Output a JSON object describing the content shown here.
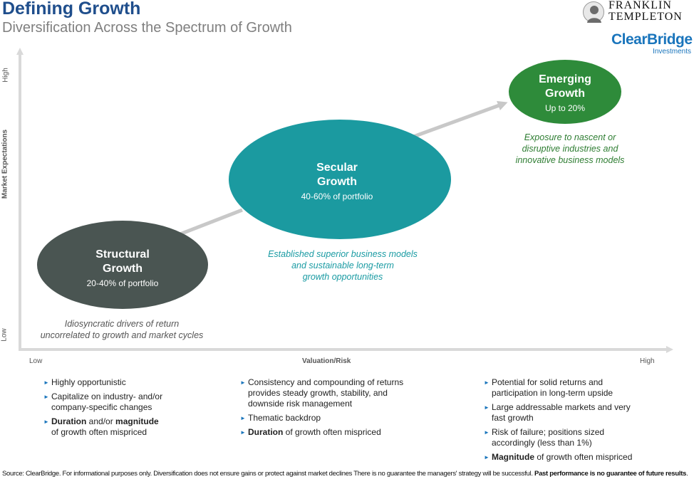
{
  "header": {
    "title": "Defining Growth",
    "subtitle": "Diversification Across the Spectrum of Growth"
  },
  "logos": {
    "franklin_line1": "FRANKLIN",
    "franklin_line2": "TEMPLETON",
    "clearbridge_name": "ClearBridge",
    "clearbridge_sub": "Investments"
  },
  "axes": {
    "y_title": "Market Expectations",
    "y_high": "High",
    "y_low": "Low",
    "x_title": "Valuation/Risk",
    "x_low": "Low",
    "x_high": "High"
  },
  "bubbles": {
    "structural": {
      "title_line1": "Structural",
      "title_line2": "Growth",
      "allocation": "20-40% of portfolio",
      "color": "#4a5552"
    },
    "secular": {
      "title_line1": "Secular",
      "title_line2": "Growth",
      "allocation": "40-60% of portfolio",
      "color": "#1b9aa0"
    },
    "emerging": {
      "title_line1": "Emerging",
      "title_line2": "Growth",
      "allocation": "Up to 20%",
      "color": "#2e8b3a"
    }
  },
  "descriptions": {
    "structural": [
      "Idiosyncratic drivers of return",
      "uncorrelated to growth and market cycles"
    ],
    "secular": [
      "Established superior business models",
      "and sustainable long-term",
      "growth opportunities"
    ],
    "emerging": [
      "Exposure to nascent or",
      "disruptive industries and",
      "innovative business models"
    ]
  },
  "columns": {
    "structural": {
      "b1": "Highly opportunistic",
      "b2_l1": "Capitalize on industry- and/or",
      "b2_l2": "company-specific changes",
      "b3_bold1": "Duration",
      "b3_mid": " and/or ",
      "b3_bold2": "magnitude",
      "b3_l2": "of growth often mispriced"
    },
    "secular": {
      "b1_l1": "Consistency and compounding of returns",
      "b1_l2": "provides steady growth, stability, and",
      "b1_l3": "downside risk management",
      "b2": "Thematic backdrop",
      "b3_bold": "Duration",
      "b3_rest": " of growth often mispriced"
    },
    "emerging": {
      "b1_l1": "Potential for solid returns and",
      "b1_l2": "participation in long-term upside",
      "b2_l1": "Large addressable markets and very",
      "b2_l2": "fast growth",
      "b3_l1": "Risk of failure; positions sized",
      "b3_l2": "accordingly (less than 1%)",
      "b4_bold": "Magnitude",
      "b4_rest": " of growth often mispriced"
    }
  },
  "footer": {
    "source_text": "Source: ClearBridge. For informational purposes only. Diversification does not ensure gains or protect against market declines There is no guarantee the managers' strategy will be successful. ",
    "source_bold": "Past performance is no guarantee of future results",
    "source_end": "."
  }
}
